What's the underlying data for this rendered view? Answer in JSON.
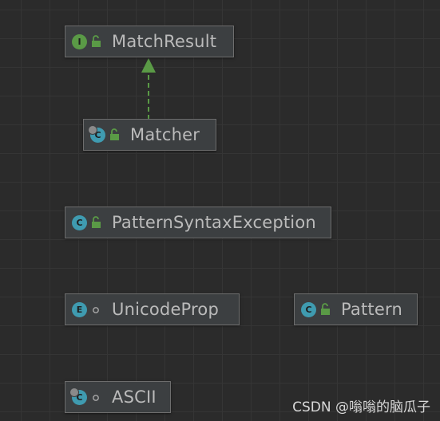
{
  "diagram": {
    "nodes": [
      {
        "id": "matchresult",
        "kind": "interface",
        "kind_letter": "I",
        "visibility": "public",
        "name": "MatchResult"
      },
      {
        "id": "matcher",
        "kind": "class",
        "kind_letter": "C",
        "abstract": false,
        "visibility": "public",
        "name": "Matcher"
      },
      {
        "id": "patternsyntaxexception",
        "kind": "class",
        "kind_letter": "C",
        "visibility": "public",
        "name": "PatternSyntaxException"
      },
      {
        "id": "unicodeprop",
        "kind": "enum",
        "kind_letter": "E",
        "visibility": "package-private",
        "name": "UnicodeProp"
      },
      {
        "id": "pattern",
        "kind": "class",
        "kind_letter": "C",
        "visibility": "public",
        "name": "Pattern"
      },
      {
        "id": "ascii",
        "kind": "class",
        "kind_letter": "C",
        "visibility": "package-private",
        "name": "ASCII"
      }
    ],
    "edges": [
      {
        "from": "Matcher",
        "to": "MatchResult",
        "type": "implements",
        "style": "dashed",
        "color": "#5a9a46"
      }
    ]
  },
  "colors": {
    "background": "#2b2b2b",
    "node_fill": "#3c3f41",
    "node_border": "#6e6e6e",
    "interface_icon": "#5a9a46",
    "class_icon": "#3f9bb0",
    "public_lock": "#5a9a46"
  },
  "watermark": "CSDN @嗡嗡的脑瓜子"
}
